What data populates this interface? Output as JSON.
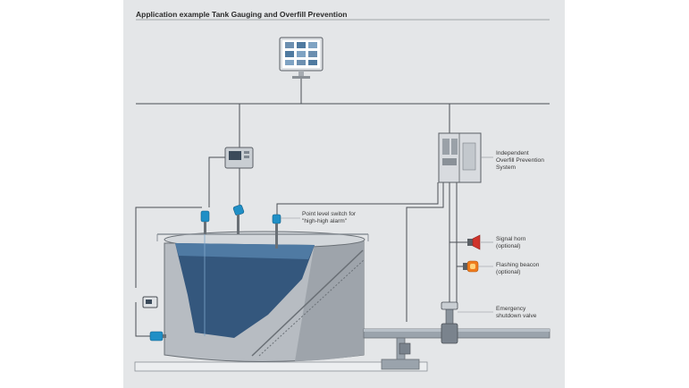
{
  "title": "Application example Tank Gauging and Overfill Prevention",
  "labels": {
    "ops": [
      "Independent",
      "Overfill Prevention",
      "System"
    ],
    "level_switch": [
      "Point level switch for",
      "\"high-high alarm\""
    ],
    "signal_horn": [
      "Signal horn",
      "(optional)"
    ],
    "flashing_beacon": [
      "Flashing beacon",
      "(optional)"
    ],
    "shutdown_valve": [
      "Emergency",
      "shutdown valve"
    ]
  },
  "colors": {
    "panel_bg": "#e4e6e8",
    "line": "#4a4f55",
    "tank_shell": "#b9bec4",
    "liquid": "#34577d",
    "pipe": "#8d969f",
    "device_blue": "#1f8fc6",
    "horn_red": "#d0342c",
    "beacon_orange": "#ef7b1c"
  }
}
